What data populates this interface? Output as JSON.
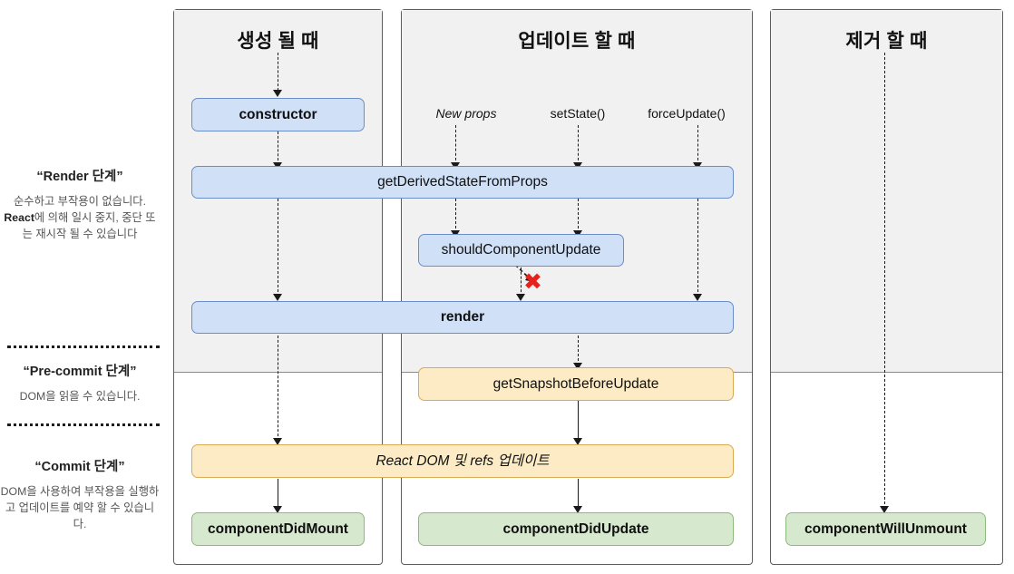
{
  "columns": [
    {
      "id": "mount",
      "title": "생성 될 때"
    },
    {
      "id": "update",
      "title": "업데이트 할 때"
    },
    {
      "id": "unmount",
      "title": "제거 할 때"
    }
  ],
  "phases": [
    {
      "id": "render",
      "title": "“Render 단계”",
      "description_before": "순수하고 부작용이 없습니다. ",
      "description_strong": "React",
      "description_after": "에 의해 일시 중지, 중단 또는 재시작 될 수 있습니다"
    },
    {
      "id": "pre-commit",
      "title": "“Pre-commit 단계”",
      "description": "DOM을 읽을 수 있습니다."
    },
    {
      "id": "commit",
      "title": "“Commit 단계”",
      "description": "DOM을 사용하여 부작용을 실행하고 업데이트를 예약 할 수 있습니다."
    }
  ],
  "triggers": [
    {
      "id": "new-props",
      "label": "New props",
      "italic": true
    },
    {
      "id": "set-state",
      "label": "setState()",
      "italic": false
    },
    {
      "id": "force-update",
      "label": "forceUpdate()",
      "italic": false
    }
  ],
  "nodes": [
    {
      "id": "constructor",
      "label": "constructor",
      "color": "blue",
      "bold": true,
      "italic": false
    },
    {
      "id": "get-derived-state",
      "label": "getDerivedStateFromProps",
      "color": "blue",
      "bold": false,
      "italic": false
    },
    {
      "id": "should-component-update",
      "label": "shouldComponentUpdate",
      "color": "blue",
      "bold": false,
      "italic": false
    },
    {
      "id": "render",
      "label": "render",
      "color": "blue",
      "bold": true,
      "italic": false
    },
    {
      "id": "get-snapshot",
      "label": "getSnapshotBeforeUpdate",
      "color": "yellow",
      "bold": false,
      "italic": false
    },
    {
      "id": "react-dom-refs",
      "label": "React DOM 및 refs 업데이트",
      "color": "yellow",
      "bold": false,
      "italic": true
    },
    {
      "id": "component-did-mount",
      "label": "componentDidMount",
      "color": "green",
      "bold": true,
      "italic": false
    },
    {
      "id": "component-did-update",
      "label": "componentDidUpdate",
      "color": "green",
      "bold": true,
      "italic": false
    },
    {
      "id": "component-will-unmount",
      "label": "componentWillUnmount",
      "color": "green",
      "bold": true,
      "italic": false
    }
  ],
  "markers": {
    "abort_symbol": "✖"
  },
  "colors": {
    "blue_fill": "#cfe0f7",
    "blue_border": "#6b8ec9",
    "yellow_fill": "#fcebc4",
    "yellow_border": "#d9ab56",
    "green_fill": "#d6e8ce",
    "green_border": "#8db97c",
    "panel_top_fill": "#f1f1f1",
    "panel_border": "#5d5d5d",
    "abort_red": "#e8211b"
  }
}
